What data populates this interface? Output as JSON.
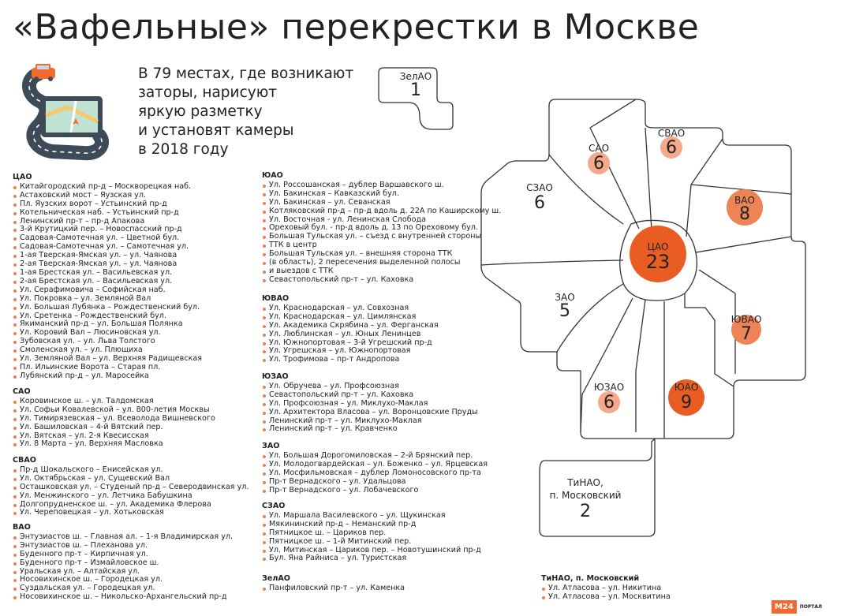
{
  "title": "«Вафельные» перекрестки в Москве",
  "intro": [
    "В 79 местах, где возникают",
    "заторы, нарисуют",
    "яркую разметку",
    "и установят камеры",
    "в 2018 году"
  ],
  "colors": {
    "accent": "#f26a2e",
    "light": "#f5a88a",
    "mid": "#ee8456",
    "dark": "#ea5d22"
  },
  "map": [
    {
      "name": "ЗелАО",
      "count": "1"
    },
    {
      "name": "САО",
      "count": "6"
    },
    {
      "name": "СВАО",
      "count": "6"
    },
    {
      "name": "СЗАО",
      "count": "6"
    },
    {
      "name": "ВАО",
      "count": "8"
    },
    {
      "name": "ЦАО",
      "count": "23"
    },
    {
      "name": "ЗАО",
      "count": "5"
    },
    {
      "name": "ЮВАО",
      "count": "7"
    },
    {
      "name": "ЮЗАО",
      "count": "6"
    },
    {
      "name": "ЮАО",
      "count": "9"
    },
    {
      "name": "ТиНАО,\nп. Московский",
      "count": "2"
    }
  ],
  "lists": {
    "cao": {
      "title": "ЦАО",
      "items": [
        "Китайгородский пр-д – Москворецкая наб.",
        "Астаховский мост – Яузская ул.",
        "Пл. Яузских ворот – Устьинский пр-д",
        "Котельническая наб. – Устьинский пр-д",
        "Ленинский пр-т – пр-д Апакова",
        "3-й Крутицкий пер. – Новоспасский пр-д",
        "Садовая-Самотечная ул. – Цветной бул.",
        "Садовая-Самотечная ул. – Самотечная ул.",
        "1-ая Тверская-Ямская ул. – ул. Чаянова",
        "2-ая Тверская-Ямская ул. – ул. Чаянова",
        "1-ая Брестская ул. – Васильевская ул.",
        "2-ая Брестская ул. – Васильевская ул.",
        "Ул. Серафимовича – Софийская наб.",
        "Ул. Покровка – ул. Земляной Вал",
        "Ул. Большая Лубянка – Рождественский бул.",
        "Ул. Сретенка – Рождественский бул.",
        "Якиманский пр-д – ул. Большая Полянка",
        "Ул. Коровий Вал – Люсиновская ул.",
        "Зубовская ул. – ул. Льва Толстого",
        "Смоленская ул. – ул. Плющиха",
        "Ул. Земляной Вал – ул. Верхняя Радищевская",
        "Пл. Ильинские Ворота – Старая пл.",
        "Лубянский пр-д – ул. Маросейка"
      ]
    },
    "sao": {
      "title": "САО",
      "items": [
        "Коровинское ш. – ул. Талдомская",
        "Ул. Софьи Ковалевской – ул. 800-летия Москвы",
        "Ул. Тимирязевская – ул. Всеволода Вишневского",
        "Ул. Башиловская – 4-й Вятский пер.",
        "Ул. Вятская – ул. 2-я Квесисская",
        "Ул. 8 Марта – ул. Верхняя Масловка"
      ]
    },
    "svao": {
      "title": "СВАО",
      "items": [
        "Пр-д Шокальского – Енисейская ул.",
        "Ул. Октябрьская – ул. Сущевский Вал",
        "Осташковская ул. – Студеный пр-д – Северодвинская ул.",
        "Ул. Менжинского – ул. Летчика Бабушкина",
        "Долгопрудненское ш. – ул. Академика Флерова",
        "Ул. Череповецкая – ул. Хотьковская"
      ]
    },
    "vao": {
      "title": "ВАО",
      "items": [
        "Энтузиастов ш. – Главная ал. – 1-я Владимирская ул.",
        "Энтузиастов ш. – Плеханова ул.",
        "Буденного пр-т – Кирпичная ул.",
        "Буденного пр-т – Измайловское ш.",
        "Уральская ул. – Алтайская ул.",
        "Носовихинское ш. – Городецкая ул.",
        "Суздальская ул. – Городецкая ул.",
        "Носовихинское ш. – Никольско-Архангельский пр-д"
      ]
    },
    "yuao": {
      "title": "ЮАО",
      "items": [
        "Ул. Россошанская – дублер Варшавского ш.",
        "Ул. Бакинская – Кавказский бул.",
        "Ул. Бакинская – ул. Севанская",
        "Котляковский пр-д – пр-д вдоль д. 22А по Каширскому ш.",
        "Ул. Восточная - ул. Ленинская Слобода",
        "Ореховый бул. - пр-д вдоль д. 13 по Ореховому бул.",
        "Большая Тульская ул. – съезд с внутренней стороны",
        "ТТК в центр",
        "Большая Тульская ул. – внешняя сторона ТТК",
        "(в область), 2 пересечения выделенной полосы",
        "и выездов с ТТК",
        "Севастопольский пр-т – ул. Каховка"
      ]
    },
    "yuvao": {
      "title": "ЮВАО",
      "items": [
        "Ул. Краснодарская – ул. Совхозная",
        "Ул. Краснодарская – ул. Цимлянская",
        "Ул. Академика Скрябина – ул. Ферганская",
        "Ул. Люблинская – ул. Юных Ленинцев",
        "Ул. Южнопортовая – 3-й Угрешский пр-д",
        "Ул. Угрешская – ул. Южнопортовая",
        "Ул. Трофимова – пр-т Андропова"
      ]
    },
    "yuzao": {
      "title": "ЮЗАО",
      "items": [
        "Ул. Обручева – ул. Профсоюзная",
        "Севастопольский пр-т – ул. Каховка",
        "Ул. Профсоюзная – ул. Миклухо-Маклая",
        "Ул. Архитектора Власова – ул. Воронцовские Пруды",
        "Ленинский пр-т – ул. Миклухо-Маклая",
        "Ленинский пр-т – ул. Кравченко"
      ]
    },
    "zao": {
      "title": "ЗАО",
      "items": [
        "Ул. Большая Дорогомиловская – 2-й Брянский пер.",
        "Ул. Молодогвардейская – ул. Боженко – ул. Ярцевская",
        "Ул. Мосфильмовская – дублер Ломоносовского пр-та",
        "Пр-т Вернадского – ул. Удальцова",
        "Пр-т Вернадского – ул. Лобачевского"
      ]
    },
    "szao": {
      "title": "СЗАО",
      "items": [
        "Ул. Маршала Василевского – ул. Щукинская",
        "Мякининский пр-д – Неманский пр-д",
        "Пятницкое ш. – Цариков пер.",
        "Пятницкое ш. – 1-й Митинский пер.",
        "Ул. Митинская – Цариков пер. – Новотушинский пр-д",
        "Бул. Яна Райниса – ул. Туристская"
      ]
    },
    "zelao": {
      "title": "ЗелАО",
      "items": [
        "Панфиловский пр-т – ул. Каменка"
      ]
    },
    "tinao": {
      "title": "ТиНАО, п. Московский",
      "items": [
        "Ул. Атласова – ул. Никитина",
        "Ул. Атласова – ул. Москвитина"
      ]
    }
  },
  "logo": {
    "brand": "M24",
    "sub": "ПОРТАЛ"
  }
}
